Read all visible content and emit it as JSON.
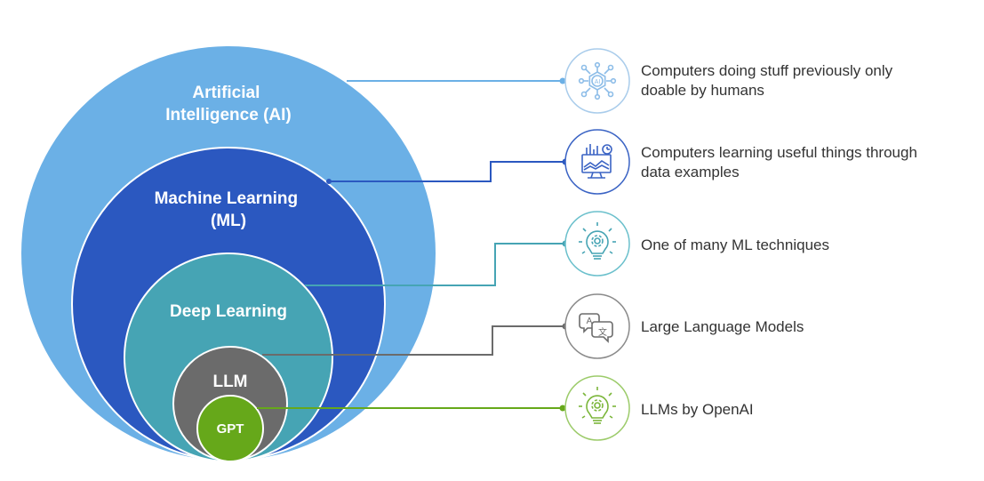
{
  "title": "AI / ML / Deep Learning / LLM / GPT nested concept diagram",
  "layers": [
    {
      "id": "ai",
      "label_lines": [
        "Artificial",
        "Intelligence (AI)"
      ],
      "color": "#6BB0E6",
      "line_color": "#6BB0E6",
      "icon": "ai-chip-network-icon",
      "description": "Computers doing stuff previously only doable by humans",
      "description_lines": [
        "Computers doing stuff previously only",
        "doable by humans"
      ]
    },
    {
      "id": "ml",
      "label_lines": [
        "Machine Learning",
        "(ML)"
      ],
      "color": "#2B58C0",
      "line_color": "#2B58C0",
      "icon": "data-analytics-monitor-icon",
      "description": "Computers learning useful things through data examples",
      "description_lines": [
        "Computers learning useful things through",
        "data examples"
      ]
    },
    {
      "id": "dl",
      "label_lines": [
        "Deep Learning"
      ],
      "color": "#46A4B4",
      "line_color": "#46A4B4",
      "icon": "lightbulb-gear-icon",
      "description": "One of many ML techniques",
      "description_lines": [
        "One of many ML techniques"
      ]
    },
    {
      "id": "llm",
      "label_lines": [
        "LLM"
      ],
      "color": "#6B6B6B",
      "line_color": "#6B6B6B",
      "icon": "translate-chat-icon",
      "description": "Large Language Models",
      "description_lines": [
        "Large Language Models"
      ]
    },
    {
      "id": "gpt",
      "label_lines": [
        "GPT"
      ],
      "color": "#66A81A",
      "line_color": "#66A81A",
      "icon": "lightbulb-gear-icon",
      "description": "LLMs by OpenAI",
      "description_lines": [
        "LLMs by OpenAI"
      ]
    }
  ]
}
